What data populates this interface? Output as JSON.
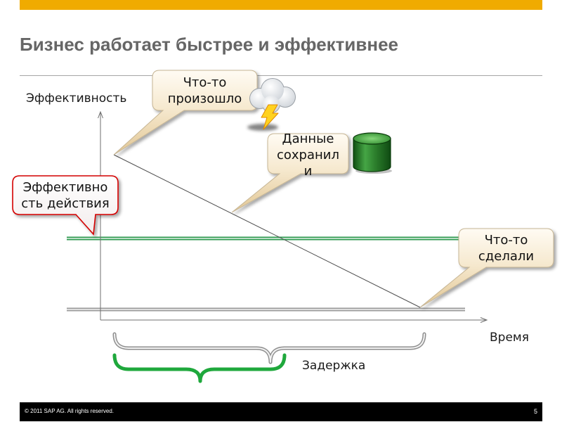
{
  "slide": {
    "title": "Бизнес работает быстрее и эффективнее",
    "copyright": "© 2011 SAP AG. All rights reserved.",
    "page_number": "5"
  },
  "diagram": {
    "y_axis_label": "Эффективность",
    "x_axis_label": "Время",
    "delay_label": "Задержка",
    "callouts": {
      "event": {
        "lines": [
          "Что-то",
          "произошло"
        ],
        "icon": "storm-cloud-icon"
      },
      "data_saved": {
        "lines": [
          "Данные",
          "сохранил",
          "и"
        ],
        "icon": "database-icon"
      },
      "action_efficiency": {
        "lines": [
          "Эффективно",
          "сть действия"
        ]
      },
      "action_taken": {
        "lines": [
          "Что-то",
          "сделали"
        ]
      }
    }
  },
  "colors": {
    "brand_bar": "#F0AB00",
    "title_text": "#666666",
    "target_line": "#2F9A50",
    "delay_brace": "#1FA83C",
    "alert_border": "#D40000",
    "footer": "#000000"
  }
}
